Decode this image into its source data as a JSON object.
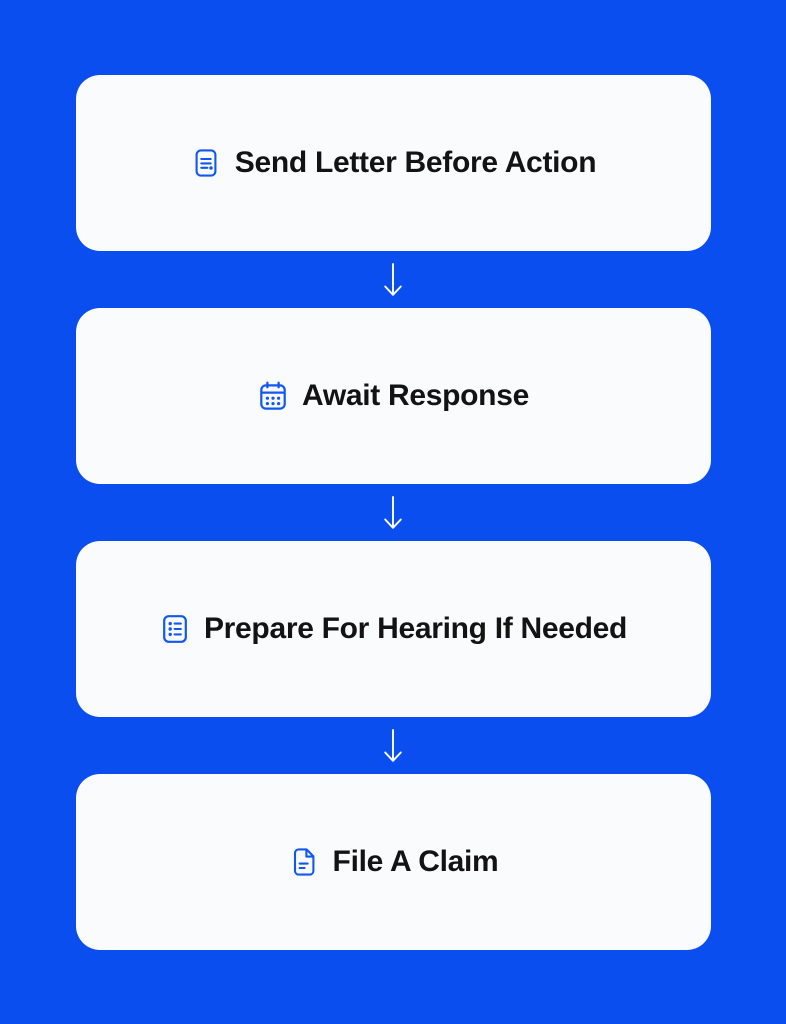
{
  "theme": {
    "background_color": "#0B4EF0",
    "card_color": "#FAFBFD",
    "icon_color": "#1257F0",
    "text_color": "#131314",
    "arrow_color": "#FFFFFF"
  },
  "flow": {
    "steps": [
      {
        "label": "Send Letter Before Action",
        "icon": "document-lines-icon"
      },
      {
        "label": "Await Response",
        "icon": "calendar-icon"
      },
      {
        "label": "Prepare For Hearing If Needed",
        "icon": "checklist-icon"
      },
      {
        "label": "File A Claim",
        "icon": "file-folded-corner-icon"
      }
    ],
    "connector_icon": "arrow-down-icon"
  }
}
